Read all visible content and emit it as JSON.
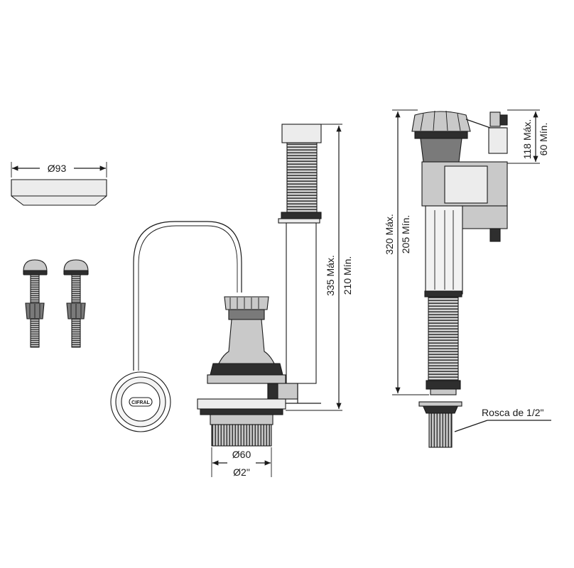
{
  "dimensions": {
    "cap_diameter": "Ø93",
    "valve_max": "335 Máx.",
    "valve_min": "210 Mín.",
    "base_diameter_mm": "Ø60",
    "base_diameter_in": "Ø2\"",
    "fill_max": "320 Máx.",
    "fill_min": "205 Mín.",
    "float_max": "118 Máx.",
    "float_min": "60 Mín.",
    "thread": "Rosca de 1/2\""
  },
  "button": {
    "logo_text": "CIFRAL"
  },
  "colors": {
    "line": "#1a1a1a",
    "dark_part": "#2e2e2e",
    "mid_part": "#7a7a7a",
    "light_part": "#c9c9c9"
  }
}
